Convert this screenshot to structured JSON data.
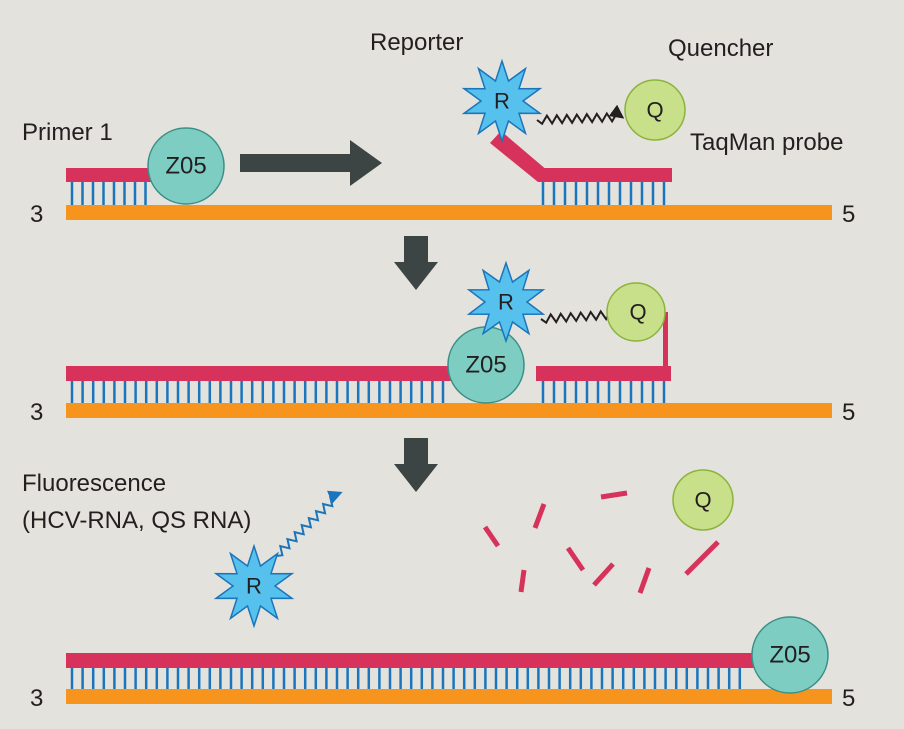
{
  "labels": {
    "reporter": "Reporter",
    "quencher": "Quencher",
    "primer": "Primer 1",
    "probe": "TaqMan probe",
    "fluorescence": "Fluorescence",
    "fluorescence_sub": "(HCV-RNA, QS RNA)"
  },
  "strand_ends": {
    "left": "3",
    "right": "5"
  },
  "enzyme": "Z05",
  "reporter_symbol": "R",
  "quencher_symbol": "Q",
  "colors": {
    "background": "#e4e2dc",
    "template_strand": "#f7941d",
    "primer_strand": "#d6325c",
    "base_pair": "#1b75bc",
    "enzyme": "#7ecdc3",
    "enzyme_border": "#3a8f86",
    "reporter": "#55c1ec",
    "reporter_border": "#1b75bc",
    "quencher": "#c9e08b",
    "quencher_border": "#8ab43c",
    "arrow": "#3c4444"
  }
}
